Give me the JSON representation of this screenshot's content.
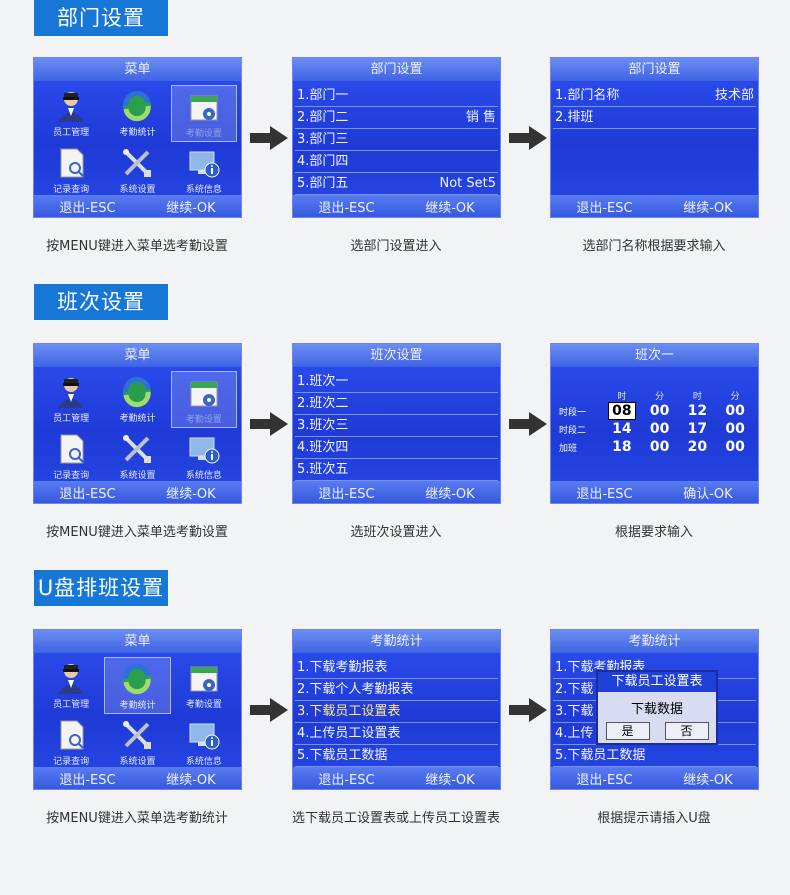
{
  "sections": [
    {
      "title": "部门设置",
      "steps": [
        {
          "caption": "按MENU键进入菜单选考勤设置"
        },
        {
          "caption": "选部门设置进入"
        },
        {
          "caption": "选部门名称根据要求输入"
        }
      ]
    },
    {
      "title": "班次设置",
      "steps": [
        {
          "caption": "按MENU键进入菜单选考勤设置"
        },
        {
          "caption": "选班次设置进入"
        },
        {
          "caption": "根据要求输入"
        }
      ]
    },
    {
      "title": "U盘排班设置",
      "steps": [
        {
          "caption": "按MENU键进入菜单选考勤统计"
        },
        {
          "caption": "选下载员工设置表或上传员工设置表"
        },
        {
          "caption": "根据提示请插入U盘"
        }
      ]
    }
  ],
  "menu": {
    "title": "菜单",
    "items": [
      "员工管理",
      "考勤统计",
      "考勤设置",
      "记录查询",
      "系统设置",
      "系统信息"
    ],
    "exit": "退出-ESC",
    "continue": "继续-OK"
  },
  "dept_screen": {
    "title": "部门设置",
    "rows": [
      {
        "label": "1.部门一",
        "value": ""
      },
      {
        "label": "2.部门二",
        "value": "销 售"
      },
      {
        "label": "3.部门三",
        "value": ""
      },
      {
        "label": "4.部门四",
        "value": ""
      },
      {
        "label": "5.部门五",
        "value": "Not Set5"
      }
    ],
    "exit": "退出-ESC",
    "continue": "继续-OK"
  },
  "dept_name_screen": {
    "title": "部门设置",
    "rows": [
      {
        "label": "1.部门名称",
        "value": "技术部"
      },
      {
        "label": "2.排班",
        "value": ""
      }
    ],
    "exit": "退出-ESC",
    "continue": "继续-OK"
  },
  "shift_screen": {
    "title": "班次设置",
    "rows": [
      "1.班次一",
      "2.班次二",
      "3.班次三",
      "4.班次四",
      "5.班次五"
    ],
    "exit": "退出-ESC",
    "continue": "继续-OK"
  },
  "shift_detail": {
    "title": "班次一",
    "headers": [
      "时",
      "分",
      "时",
      "分"
    ],
    "rows": [
      {
        "label": "时段一",
        "values": [
          "08",
          "00",
          "12",
          "00"
        ]
      },
      {
        "label": "时段二",
        "values": [
          "14",
          "00",
          "17",
          "00"
        ]
      },
      {
        "label": "加班",
        "values": [
          "18",
          "00",
          "20",
          "00"
        ]
      }
    ],
    "exit": "退出-ESC",
    "confirm": "确认-OK"
  },
  "stats_screen": {
    "title": "考勤统计",
    "rows": [
      "1.下载考勤报表",
      "2.下载个人考勤报表",
      "3.下载员工设置表",
      "4.上传员工设置表",
      "5.下载员工数据"
    ],
    "exit": "退出-ESC",
    "continue": "继续-OK"
  },
  "stats_dialog_screen": {
    "title": "考勤统计",
    "rows": [
      "1.下载考勤报表",
      "2.下载",
      "3.下载",
      "4.上传",
      "5.下载员工数据"
    ],
    "dialog_title": "下载员工设置表",
    "dialog_message": "下载数据",
    "yes": "是",
    "no": "否",
    "exit": "退出-ESC",
    "continue": "继续-OK"
  },
  "colors": {
    "section_title_bg": "#1677d6",
    "screen_bg": "#2244e0",
    "highlight_text": "#ffe98a"
  }
}
